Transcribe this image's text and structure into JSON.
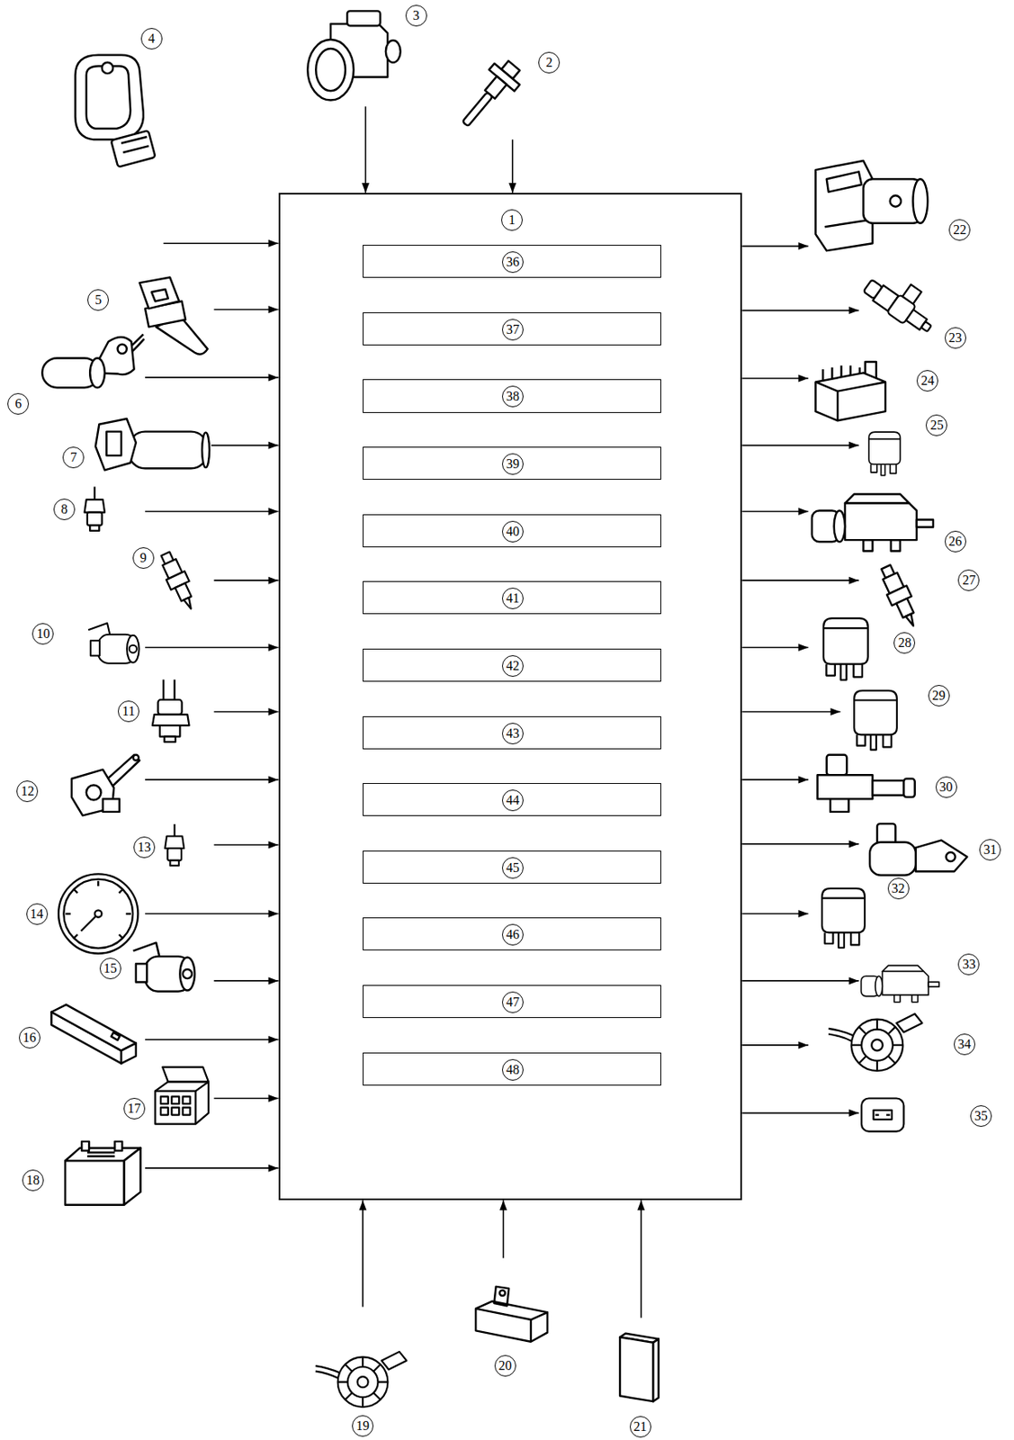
{
  "diagram": {
    "nodes": [
      {
        "text": [
          "1"
        ]
      },
      {
        "text": [
          "36"
        ],
        "in": 0
      },
      {
        "text": [
          "37"
        ],
        "in": 0
      },
      {
        "text": [
          "38"
        ],
        "in": 0
      },
      {
        "text": [
          "39"
        ],
        "in": 0
      },
      {
        "text": [
          "40"
        ],
        "in": 0
      },
      {
        "text": [
          "41"
        ],
        "in": 0
      },
      {
        "text": [
          "42"
        ],
        "in": 0
      },
      {
        "text": [
          "43"
        ],
        "in": 0
      },
      {
        "text": [
          "44"
        ],
        "in": 0
      },
      {
        "text": [
          "45"
        ],
        "in": 0
      },
      {
        "text": [
          "46"
        ],
        "in": 0
      },
      {
        "text": [
          "47"
        ],
        "in": 0
      },
      {
        "text": [
          "48"
        ],
        "in": 0
      },
      {
        "text": [
          "2"
        ]
      },
      {
        "text": [
          "3"
        ]
      },
      {
        "text": [
          "4"
        ]
      },
      {
        "text": [
          "5"
        ]
      },
      {
        "text": [
          "6"
        ]
      },
      {
        "text": [
          "7"
        ]
      },
      {
        "text": [
          "8"
        ]
      },
      {
        "text": [
          "9"
        ]
      },
      {
        "text": [
          "10"
        ]
      },
      {
        "text": [
          "11"
        ]
      },
      {
        "text": [
          "12"
        ]
      },
      {
        "text": [
          "13"
        ]
      },
      {
        "text": [
          "14"
        ]
      },
      {
        "text": [
          "15"
        ]
      },
      {
        "text": [
          "16"
        ]
      },
      {
        "text": [
          "17"
        ]
      },
      {
        "text": [
          "18"
        ]
      },
      {
        "text": [
          "19"
        ]
      },
      {
        "text": [
          "20"
        ]
      },
      {
        "text": [
          "21"
        ]
      },
      {
        "text": [
          "22"
        ]
      },
      {
        "text": [
          "23"
        ]
      },
      {
        "text": [
          "24"
        ]
      },
      {
        "text": [
          "25"
        ]
      },
      {
        "text": [
          "26"
        ]
      },
      {
        "text": [
          "27"
        ]
      },
      {
        "text": [
          "28"
        ]
      },
      {
        "text": [
          "29"
        ]
      },
      {
        "text": [
          "30"
        ]
      },
      {
        "text": [
          "31"
        ]
      },
      {
        "text": [
          "32"
        ]
      },
      {
        "text": [
          "33"
        ]
      },
      {
        "text": [
          "34"
        ]
      },
      {
        "text": [
          "35"
        ]
      }
    ],
    "edges": [
      {
        "from": 14,
        "to": 0,
        "arrow": "to"
      },
      {
        "from": 15,
        "to": 0,
        "arrow": "to"
      },
      {
        "from": 16,
        "to": 0,
        "arrow": "to"
      },
      {
        "from": 17,
        "to": 0,
        "arrow": "to"
      },
      {
        "from": 18,
        "to": 0,
        "arrow": "to"
      },
      {
        "from": 19,
        "to": 0,
        "arrow": "to"
      },
      {
        "from": 20,
        "to": 0,
        "arrow": "to"
      },
      {
        "from": 21,
        "to": 0,
        "arrow": "to"
      },
      {
        "from": 22,
        "to": 0,
        "arrow": "to"
      },
      {
        "from": 23,
        "to": 0,
        "arrow": "to"
      },
      {
        "from": 24,
        "to": 0,
        "arrow": "to"
      },
      {
        "from": 25,
        "to": 0,
        "arrow": "to"
      },
      {
        "from": 26,
        "to": 0,
        "arrow": "to"
      },
      {
        "from": 27,
        "to": 0,
        "arrow": "to"
      },
      {
        "from": 28,
        "to": 0,
        "arrow": "to"
      },
      {
        "from": 29,
        "to": 0,
        "arrow": "to"
      },
      {
        "from": 30,
        "to": 0,
        "arrow": "to"
      },
      {
        "from": 31,
        "to": 0,
        "arrow": "to"
      },
      {
        "from": 32,
        "to": 0,
        "arrow": "to"
      },
      {
        "from": 33,
        "to": 0,
        "arrow": "to"
      },
      {
        "from": 0,
        "to": 34,
        "arrow": "to"
      },
      {
        "from": 0,
        "to": 35,
        "arrow": "to"
      },
      {
        "from": 0,
        "to": 36,
        "arrow": "to"
      },
      {
        "from": 0,
        "to": 37,
        "arrow": "to"
      },
      {
        "from": 0,
        "to": 38,
        "arrow": "to"
      },
      {
        "from": 0,
        "to": 39,
        "arrow": "to"
      },
      {
        "from": 0,
        "to": 40,
        "arrow": "to"
      },
      {
        "from": 0,
        "to": 41,
        "arrow": "to"
      },
      {
        "from": 0,
        "to": 42,
        "arrow": "to"
      },
      {
        "from": 0,
        "to": 43,
        "arrow": "to"
      },
      {
        "from": 0,
        "to": 44,
        "arrow": "to"
      },
      {
        "from": 0,
        "to": 45,
        "arrow": "to"
      },
      {
        "from": 0,
        "to": 46,
        "arrow": "to"
      },
      {
        "from": 0,
        "to": 47,
        "arrow": "to"
      }
    ]
  }
}
